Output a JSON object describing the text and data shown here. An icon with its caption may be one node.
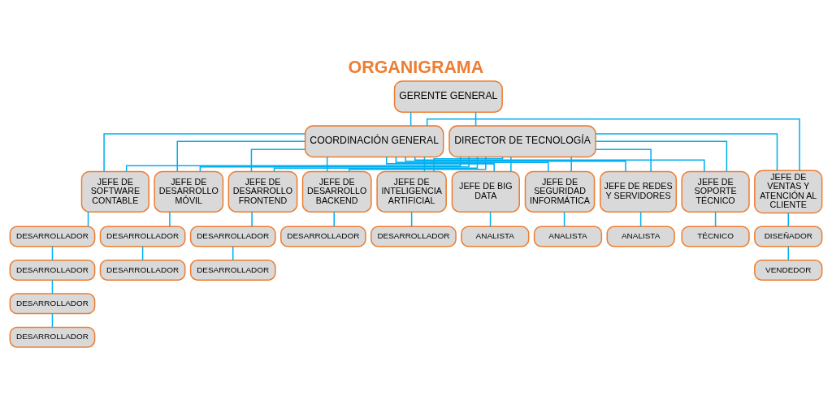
{
  "diagram": {
    "title": "ORGANIGRAMA",
    "nodes": [
      {
        "text": [
          "GERENTE GENERAL"
        ]
      },
      {
        "text": [
          "COORDINACIÓN GENERAL"
        ]
      },
      {
        "text": [
          "DIRECTOR DE TECNOLOGÍA"
        ]
      },
      {
        "text": [
          "JEFE DE SOFTWARE CONTABLE"
        ]
      },
      {
        "text": [
          "JEFE DE DESARROLLO MÓVIL"
        ]
      },
      {
        "text": [
          "JEFE DE DESARROLLO FRONTEND"
        ]
      },
      {
        "text": [
          "JEFE DE DESARROLLO BACKEND"
        ]
      },
      {
        "text": [
          "JEFE DE INTELIGENCIA ARTIFICIAL"
        ]
      },
      {
        "text": [
          "JEFE DE BIG DATA"
        ]
      },
      {
        "text": [
          "JEFE DE SEGURIDAD INFORMÁTICA"
        ]
      },
      {
        "text": [
          "JEFE DE REDES Y SERVIDORES"
        ]
      },
      {
        "text": [
          "JEFE DE SOPORTE TÉCNICO"
        ]
      },
      {
        "text": [
          "JEFE DE VENTAS Y ATENCIÓN AL CLIENTE"
        ]
      },
      {
        "text": [
          "DESARROLLADOR"
        ]
      },
      {
        "text": [
          "DESARROLLADOR"
        ]
      },
      {
        "text": [
          "DESARROLLADOR"
        ]
      },
      {
        "text": [
          "DESARROLLADOR"
        ]
      },
      {
        "text": [
          "DESARROLLADOR"
        ]
      },
      {
        "text": [
          "DESARROLLADOR"
        ]
      },
      {
        "text": [
          "DESARROLLADOR"
        ]
      },
      {
        "text": [
          "DESARROLLADOR"
        ]
      },
      {
        "text": [
          "DESARROLLADOR"
        ]
      },
      {
        "text": [
          "DESARROLLADOR"
        ]
      },
      {
        "text": [
          "ANALISTA"
        ]
      },
      {
        "text": [
          "ANALISTA"
        ]
      },
      {
        "text": [
          "ANALISTA"
        ]
      },
      {
        "text": [
          "TÉCNICO"
        ]
      },
      {
        "text": [
          "DISEÑADOR"
        ]
      },
      {
        "text": [
          "VENDEDOR"
        ]
      }
    ],
    "edges": [
      {
        "from": 0,
        "to": 1,
        "arrow": "none"
      },
      {
        "from": 0,
        "to": 2,
        "arrow": "none"
      },
      {
        "from": 1,
        "to": 3,
        "arrow": "none"
      },
      {
        "from": 1,
        "to": 4,
        "arrow": "none"
      },
      {
        "from": 1,
        "to": 5,
        "arrow": "none"
      },
      {
        "from": 1,
        "to": 6,
        "arrow": "none"
      },
      {
        "from": 1,
        "to": 7,
        "arrow": "none"
      },
      {
        "from": 1,
        "to": 8,
        "arrow": "none"
      },
      {
        "from": 1,
        "to": 9,
        "arrow": "none"
      },
      {
        "from": 1,
        "to": 10,
        "arrow": "none"
      },
      {
        "from": 1,
        "to": 11,
        "arrow": "none"
      },
      {
        "from": 1,
        "to": 12,
        "arrow": "none"
      },
      {
        "from": 2,
        "to": 3,
        "arrow": "none"
      },
      {
        "from": 2,
        "to": 4,
        "arrow": "none"
      },
      {
        "from": 2,
        "to": 5,
        "arrow": "none"
      },
      {
        "from": 2,
        "to": 6,
        "arrow": "none"
      },
      {
        "from": 2,
        "to": 7,
        "arrow": "none"
      },
      {
        "from": 2,
        "to": 8,
        "arrow": "none"
      },
      {
        "from": 2,
        "to": 9,
        "arrow": "none"
      },
      {
        "from": 2,
        "to": 10,
        "arrow": "none"
      },
      {
        "from": 2,
        "to": 11,
        "arrow": "none"
      },
      {
        "from": 2,
        "to": 12,
        "arrow": "none"
      },
      {
        "from": 3,
        "to": 13,
        "arrow": "none"
      },
      {
        "from": 13,
        "to": 14,
        "arrow": "none"
      },
      {
        "from": 14,
        "to": 15,
        "arrow": "none"
      },
      {
        "from": 15,
        "to": 16,
        "arrow": "none"
      },
      {
        "from": 4,
        "to": 17,
        "arrow": "none"
      },
      {
        "from": 17,
        "to": 18,
        "arrow": "none"
      },
      {
        "from": 5,
        "to": 19,
        "arrow": "none"
      },
      {
        "from": 19,
        "to": 20,
        "arrow": "none"
      },
      {
        "from": 6,
        "to": 21,
        "arrow": "none"
      },
      {
        "from": 7,
        "to": 22,
        "arrow": "none"
      },
      {
        "from": 8,
        "to": 23,
        "arrow": "none"
      },
      {
        "from": 9,
        "to": 24,
        "arrow": "none"
      },
      {
        "from": 10,
        "to": 25,
        "arrow": "none"
      },
      {
        "from": 11,
        "to": 26,
        "arrow": "none"
      },
      {
        "from": 12,
        "to": 27,
        "arrow": "none"
      },
      {
        "from": 27,
        "to": 28,
        "arrow": "none"
      }
    ]
  }
}
